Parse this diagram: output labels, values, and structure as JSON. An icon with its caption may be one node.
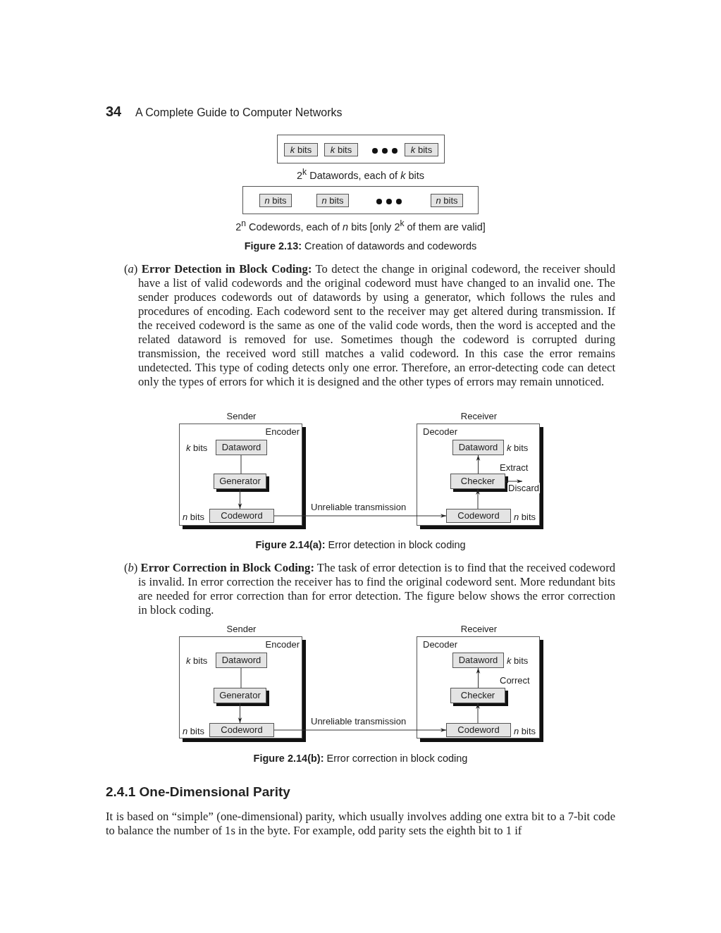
{
  "diagram": {
    "nodes": [
      {
        "text": [],
        "shape": "box"
      },
      {
        "text": [
          "*k* bits"
        ],
        "in": 0
      },
      {
        "text": [
          "*k* bits"
        ],
        "in": 0
      },
      {
        "text": [
          "*k* bits"
        ],
        "in": 0
      },
      {
        "text": [],
        "shape": "box"
      },
      {
        "text": [
          "*n* bits"
        ],
        "in": 4
      },
      {
        "text": [
          "*n* bits"
        ],
        "in": 4
      },
      {
        "text": [
          "*n* bits"
        ],
        "in": 4
      },
      {
        "text": [
          "Sender",
          "Encoder"
        ]
      },
      {
        "text": [
          "Dataword"
        ],
        "in": 8,
        "beside": [
          "*k* bits"
        ]
      },
      {
        "text": [
          "Generator"
        ],
        "in": 8
      },
      {
        "text": [
          "Codeword"
        ],
        "in": 8,
        "beside": [
          "*n* bits"
        ]
      },
      {
        "text": [
          "Receiver",
          "Decoder"
        ]
      },
      {
        "text": [
          "Dataword"
        ],
        "in": 12,
        "beside": [
          "*k* bits"
        ]
      },
      {
        "text": [
          "Checker"
        ],
        "in": 12
      },
      {
        "text": [
          "Codeword"
        ],
        "in": 12,
        "beside": [
          "*n* bits"
        ]
      },
      {
        "text": [
          "Sender",
          "Encoder"
        ]
      },
      {
        "text": [
          "Dataword"
        ],
        "in": 16,
        "beside": [
          "*k* bits"
        ]
      },
      {
        "text": [
          "Generator"
        ],
        "in": 16
      },
      {
        "text": [
          "Codeword"
        ],
        "in": 16,
        "beside": [
          "*n* bits"
        ]
      },
      {
        "text": [
          "Receiver",
          "Decoder"
        ]
      },
      {
        "text": [
          "Dataword"
        ],
        "in": 20,
        "beside": [
          "*k* bits"
        ]
      },
      {
        "text": [
          "Checker"
        ],
        "in": 20
      },
      {
        "text": [
          "Codeword"
        ],
        "in": 20,
        "beside": [
          "*n* bits"
        ]
      }
    ],
    "edges": [
      {
        "from": 9,
        "to": 10,
        "arrow": "none"
      },
      {
        "from": 10,
        "to": 11,
        "arrow": "to"
      },
      {
        "from": 11,
        "to": 15,
        "arrow": "to",
        "label": "Unreliable transmission"
      },
      {
        "from": 15,
        "to": 14,
        "arrow": "to"
      },
      {
        "from": 14,
        "to": 13,
        "arrow": "to",
        "label": "Extract"
      },
      {
        "from": 14,
        "to": null,
        "arrow": "to",
        "label": "Discard"
      },
      {
        "from": 17,
        "to": 18,
        "arrow": "none"
      },
      {
        "from": 18,
        "to": 19,
        "arrow": "to"
      },
      {
        "from": 19,
        "to": 23,
        "arrow": "to",
        "label": "Unreliable transmission"
      },
      {
        "from": 23,
        "to": 22,
        "arrow": "to"
      },
      {
        "from": 22,
        "to": 21,
        "arrow": "to",
        "label": "Correct"
      }
    ],
    "labels": [
      "34",
      "A Complete Guide to Computer Networks",
      "2$^{k}$ Datawords, each of *k* bits",
      "2$^{n}$ Codewords, each of *n* bits [only 2$^{k}$ of them are valid]",
      "**Figure 2.13:** Creation of datawords and codewords",
      "(*a*) **Error Detection in Block Coding:** To detect the change in original codeword, the receiver should have a list of valid codewords and the original codeword must have changed to an invalid one. The sender produces codewords out of datawords by using a generator, which follows the rules and procedures of encoding. Each codeword sent to the receiver may get altered during transmission. If the received codeword is the same as one of the valid code words, then the word is accepted and the related dataword is removed for use. Sometimes though the codeword is corrupted during transmission, the received word still matches a valid codeword. In this case the error remains undetected. This type of coding detects only one error. Therefore, an error-detecting code can detect only the types of errors for which it is designed and the other types of errors may remain unnoticed.",
      "**Figure 2.14(a):** Error detection in block coding",
      "(*b*) **Error Correction in Block Coding:** The task of error detection is to find that the received codeword is invalid. In error correction the receiver has to find the original codeword sent. More redundant bits are needed for error correction than for error detection. The figure below shows the error correction in block coding.",
      "**Figure 2.14(b):** Error correction in block coding",
      "2.4.1 One-Dimensional Parity",
      "It is based on “simple” (one-dimensional) parity, which usually involves adding one extra bit to a 7-bit code to balance the number of 1s in the byte. For example, odd parity sets the eighth bit to 1 if"
    ]
  }
}
